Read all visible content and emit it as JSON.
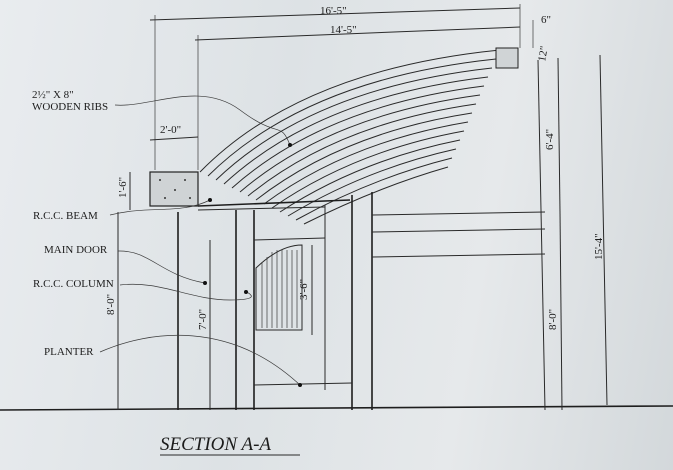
{
  "title": "SECTION A-A",
  "labels": {
    "ribs_line1": "2½\" X 8\"",
    "ribs_line2": "WOODEN RIBS",
    "beam": "R.C.C. BEAM",
    "door": "MAIN DOOR",
    "column": "R.C.C. COLUMN",
    "planter": "PLANTER"
  },
  "dimensions": {
    "overall_width": "16'-5\"",
    "overhang": "6\"",
    "roof_span": "14'-5\"",
    "rib_depth": "12\"",
    "beam_width": "2'-0\"",
    "beam_depth": "1'-6\"",
    "left_height": "8'-0\"",
    "door_height": "7'-0\"",
    "window_height": "3'-6\"",
    "roof_rise": "6'-4\"",
    "right_height": "8'-0\"",
    "total_height": "15'-4\""
  }
}
